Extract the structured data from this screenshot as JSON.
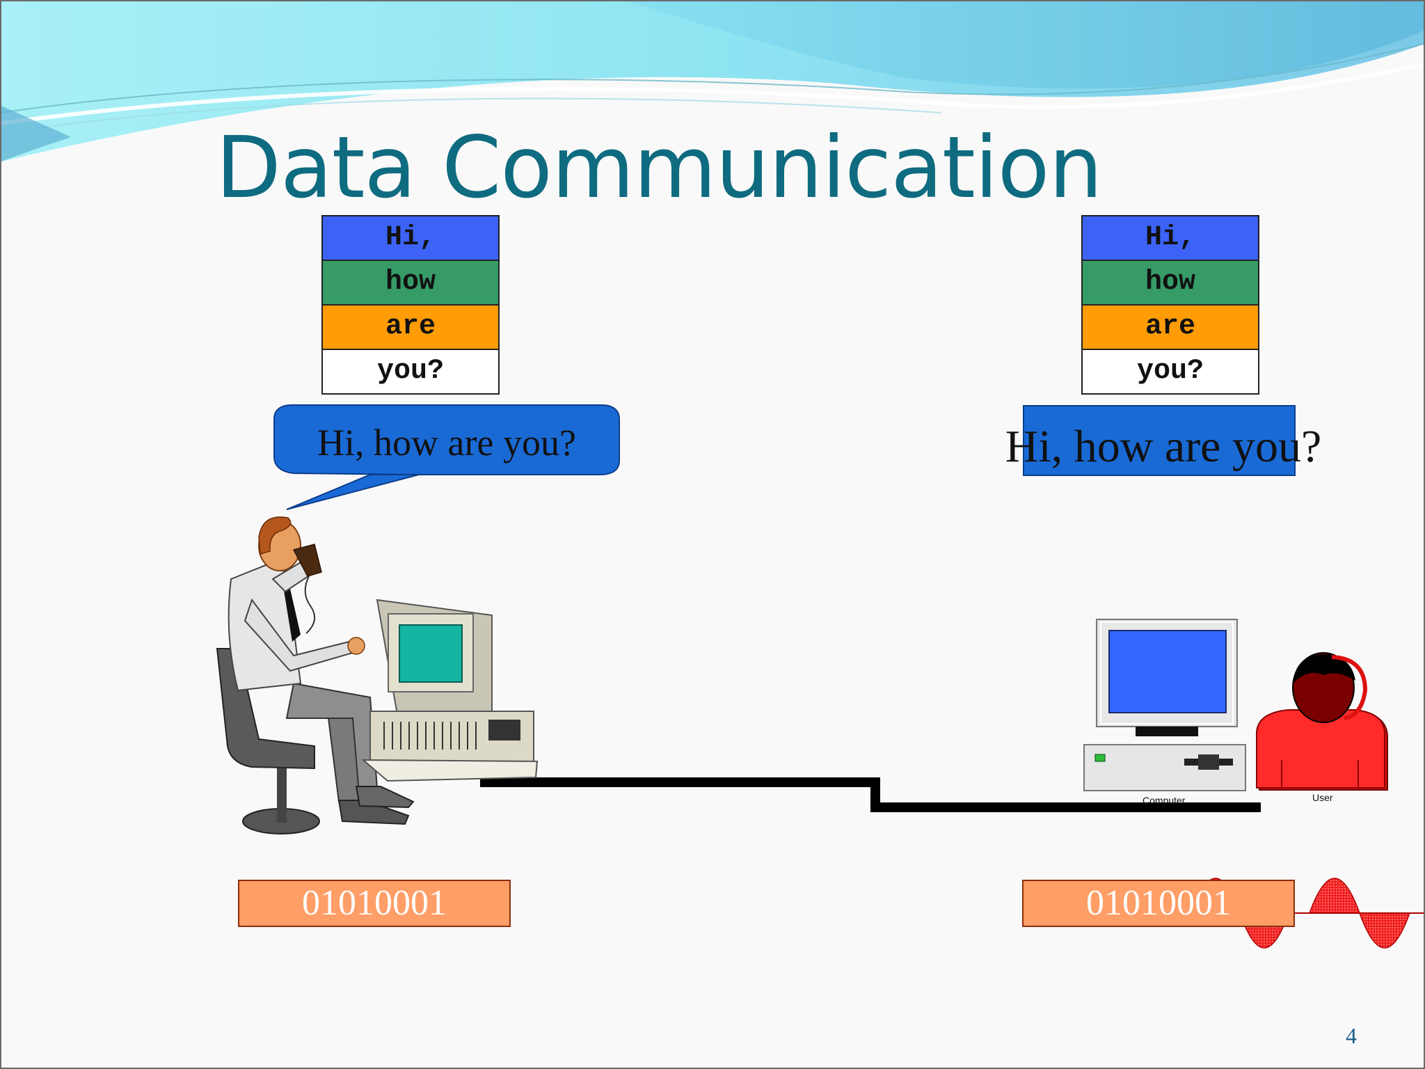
{
  "slide": {
    "title": "Data Communication",
    "page_number": "4"
  },
  "sender": {
    "message_stack": [
      "Hi,",
      "how",
      "are",
      "you?"
    ],
    "speech_bubble": "Hi, how are you?",
    "bits": "01010001"
  },
  "receiver": {
    "message_stack": [
      "Hi,",
      "how",
      "are",
      "you?"
    ],
    "received_message": "Hi, how are you?",
    "bits": "01010001",
    "computer_label": "Computer",
    "user_label": "User"
  },
  "colors": {
    "title": "#0f6b80",
    "word_1": "#3c63f5",
    "word_2": "#379b68",
    "word_3": "#ff9c06",
    "word_4": "#ffffff",
    "bits_box": "#ff9e66",
    "signal_wave": "#e8231f"
  }
}
